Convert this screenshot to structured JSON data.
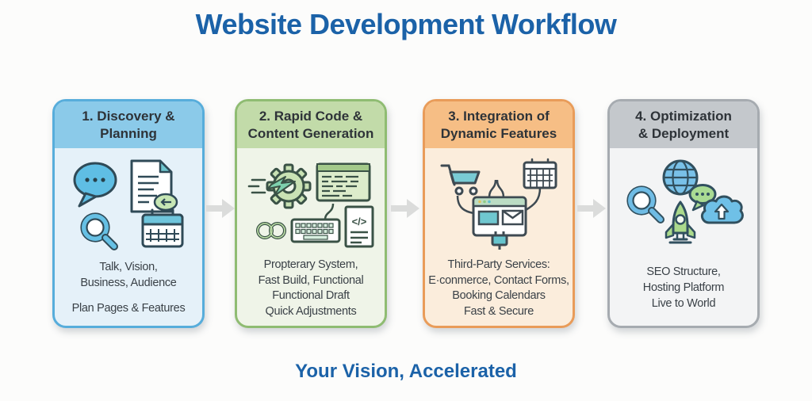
{
  "title": "Website Development Workflow",
  "tagline": "Your Vision, Accelerated",
  "colors": {
    "title_blue": "#1B62A8",
    "background": "#FCFCFB",
    "arrow_gray": "#DBDCDB",
    "header_text": "#2E3338",
    "body_text": "#3A4147"
  },
  "steps": [
    {
      "title_lines": [
        "1. Discovery &",
        "Planning"
      ],
      "paragraphs": [
        [
          "Talk, Vision,",
          "Business, Audience"
        ],
        [
          "Plan Pages & Features"
        ]
      ],
      "icons": [
        "speech-bubble-icon",
        "document-review-icon",
        "magnifier-icon",
        "calendar-icon"
      ],
      "theme": {
        "header_bg": "#8BCAE9",
        "border": "#57ADDB",
        "body_bg": "#E5F1F9"
      }
    },
    {
      "title_lines": [
        "2. Rapid Code &",
        "Content Generation"
      ],
      "paragraphs": [
        [
          "Propterary System,",
          "Fast Build, Functional",
          "Functional Draft",
          "Quick Adjustments"
        ]
      ],
      "icons": [
        "speed-gear-icon",
        "code-window-icon",
        "infinity-icon",
        "keyboard-icon",
        "code-document-icon"
      ],
      "code_glyph": "</>",
      "theme": {
        "header_bg": "#C2DBA9",
        "border": "#8FBC72",
        "body_bg": "#EFF4E8"
      }
    },
    {
      "title_lines": [
        "3. Integration of",
        "Dynamic Features"
      ],
      "paragraphs": [
        [
          "Third-Party Services:",
          "E·conmerce, Contact Forms,",
          "Booking Calendars",
          "Fast & Secure"
        ]
      ],
      "icons": [
        "shopping-cart-icon",
        "calendar-icon",
        "browser-plugin-icon",
        "plug-icon"
      ],
      "theme": {
        "header_bg": "#F6BE85",
        "border": "#E99C59",
        "body_bg": "#FBEDDC"
      }
    },
    {
      "title_lines": [
        "4. Optimization",
        "& Deployment"
      ],
      "paragraphs": [
        [
          "SEO Structure,",
          "Hosting Platform",
          "Live to World"
        ]
      ],
      "icons": [
        "globe-icon",
        "speech-bubble-icon",
        "magnifier-icon",
        "rocket-icon",
        "cloud-upload-icon"
      ],
      "theme": {
        "header_bg": "#C4C8CC",
        "border": "#A6ABB0",
        "body_bg": "#F3F4F5"
      }
    }
  ]
}
